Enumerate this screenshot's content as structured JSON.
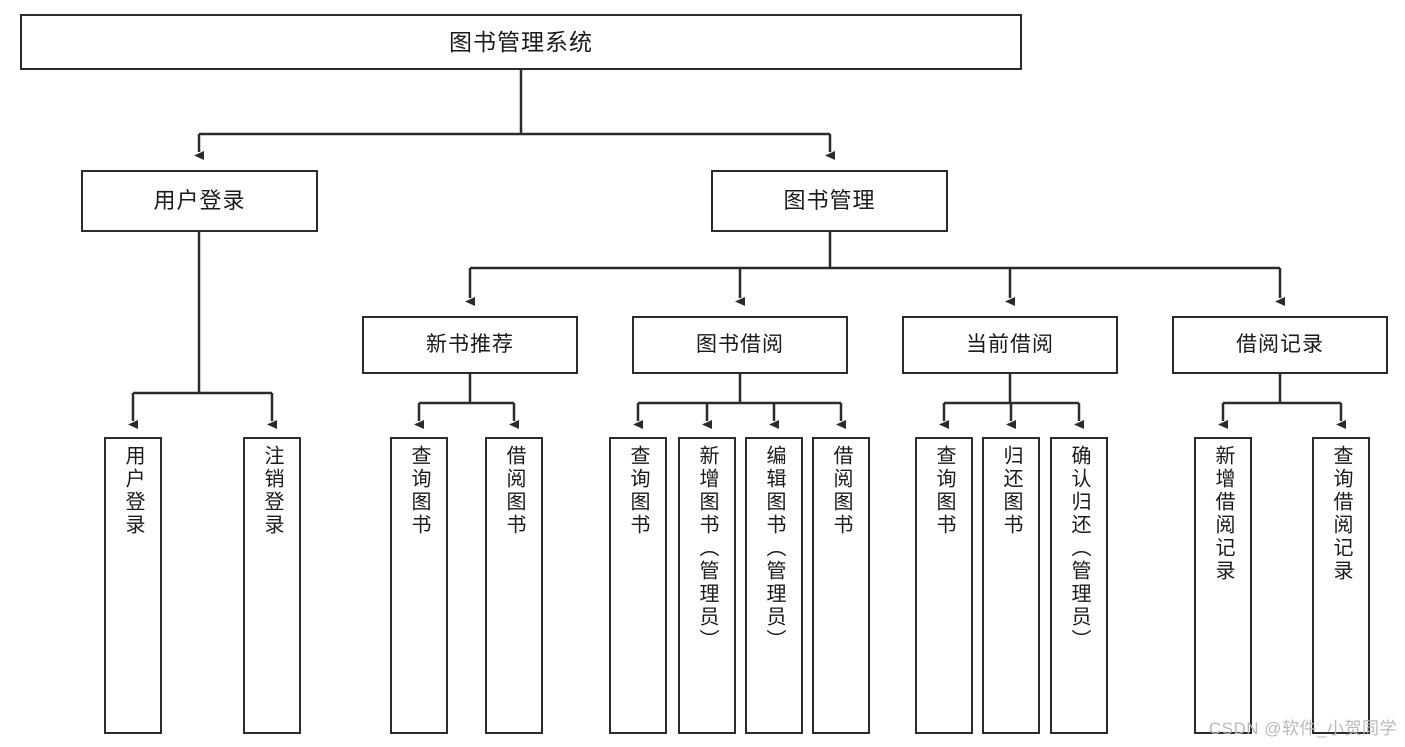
{
  "diagram": {
    "title": "图书管理系统",
    "type": "hierarchy-tree",
    "style": {
      "box_fill": "#ffffff",
      "box_stroke": "#2b2b2b",
      "line_color": "#2b2b2b",
      "text_color": "#1a1a1a",
      "background": "#ffffff"
    },
    "nodes": {
      "root": {
        "label": "图书管理系统",
        "level": 1
      },
      "user_login": {
        "label": "用户登录",
        "level": 2
      },
      "book_manage": {
        "label": "图书管理",
        "level": 2
      },
      "new_book_rec": {
        "label": "新书推荐",
        "level": 3
      },
      "book_borrow": {
        "label": "图书借阅",
        "level": 3
      },
      "current_borrow": {
        "label": "当前借阅",
        "level": 3
      },
      "borrow_record": {
        "label": "借阅记录",
        "level": 3
      },
      "leaf_user_login": {
        "label": "用户登录",
        "level": 4
      },
      "leaf_logout": {
        "label": "注销登录",
        "level": 4
      },
      "leaf_query_book_1": {
        "label": "查询图书",
        "level": 4
      },
      "leaf_borrow_book_1": {
        "label": "借阅图书",
        "level": 4
      },
      "leaf_query_book_2": {
        "label": "查询图书",
        "level": 4
      },
      "leaf_add_book": {
        "label": "新增图书（管理员）",
        "level": 4
      },
      "leaf_edit_book": {
        "label": "编辑图书（管理员）",
        "level": 4
      },
      "leaf_borrow_book_2": {
        "label": "借阅图书",
        "level": 4
      },
      "leaf_query_book_3": {
        "label": "查询图书",
        "level": 4
      },
      "leaf_return_book": {
        "label": "归还图书",
        "level": 4
      },
      "leaf_confirm_return": {
        "label": "确认归还（管理员）",
        "level": 4
      },
      "leaf_add_record": {
        "label": "新增借阅记录",
        "level": 4
      },
      "leaf_query_record": {
        "label": "查询借阅记录",
        "level": 4
      }
    },
    "edges": [
      {
        "from": "root",
        "to": "user_login"
      },
      {
        "from": "root",
        "to": "book_manage"
      },
      {
        "from": "book_manage",
        "to": "new_book_rec"
      },
      {
        "from": "book_manage",
        "to": "book_borrow"
      },
      {
        "from": "book_manage",
        "to": "current_borrow"
      },
      {
        "from": "book_manage",
        "to": "borrow_record"
      },
      {
        "from": "user_login",
        "to": "leaf_user_login"
      },
      {
        "from": "user_login",
        "to": "leaf_logout"
      },
      {
        "from": "new_book_rec",
        "to": "leaf_query_book_1"
      },
      {
        "from": "new_book_rec",
        "to": "leaf_borrow_book_1"
      },
      {
        "from": "book_borrow",
        "to": "leaf_query_book_2"
      },
      {
        "from": "book_borrow",
        "to": "leaf_add_book"
      },
      {
        "from": "book_borrow",
        "to": "leaf_edit_book"
      },
      {
        "from": "book_borrow",
        "to": "leaf_borrow_book_2"
      },
      {
        "from": "current_borrow",
        "to": "leaf_query_book_3"
      },
      {
        "from": "current_borrow",
        "to": "leaf_return_book"
      },
      {
        "from": "current_borrow",
        "to": "leaf_confirm_return"
      },
      {
        "from": "borrow_record",
        "to": "leaf_add_record"
      },
      {
        "from": "borrow_record",
        "to": "leaf_query_record"
      }
    ]
  },
  "watermark": {
    "text": "CSDN @软件_小贺同学"
  }
}
